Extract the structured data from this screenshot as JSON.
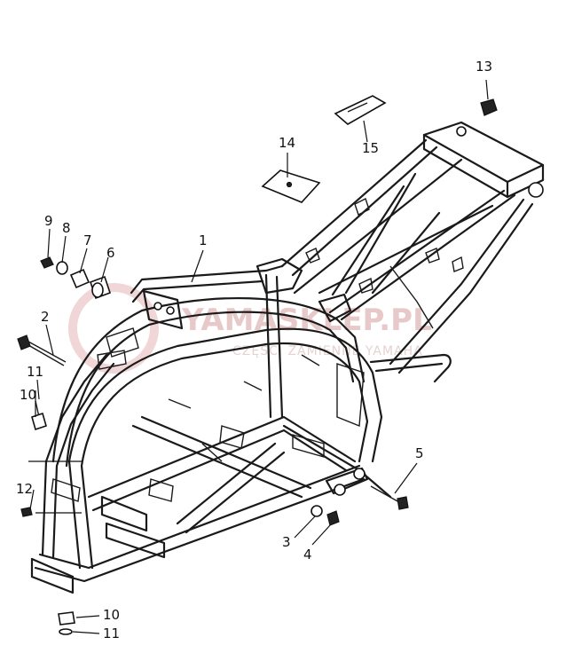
{
  "watermark": {
    "brand": "YAMASKLEP.PL",
    "tagline": "CZĘŚCI ZAMIENNE YAMAHA",
    "accent_color": "#e8c9c9"
  },
  "callouts": [
    {
      "id": "1",
      "label": "1"
    },
    {
      "id": "2",
      "label": "2"
    },
    {
      "id": "3",
      "label": "3"
    },
    {
      "id": "4",
      "label": "4"
    },
    {
      "id": "5",
      "label": "5"
    },
    {
      "id": "6",
      "label": "6"
    },
    {
      "id": "7",
      "label": "7"
    },
    {
      "id": "8",
      "label": "8"
    },
    {
      "id": "9",
      "label": "9"
    },
    {
      "id": "10a",
      "label": "10"
    },
    {
      "id": "11a",
      "label": "11"
    },
    {
      "id": "12",
      "label": "12"
    },
    {
      "id": "13",
      "label": "13"
    },
    {
      "id": "14",
      "label": "14"
    },
    {
      "id": "15",
      "label": "15"
    },
    {
      "id": "10b",
      "label": "10"
    },
    {
      "id": "11b",
      "label": "11"
    }
  ]
}
